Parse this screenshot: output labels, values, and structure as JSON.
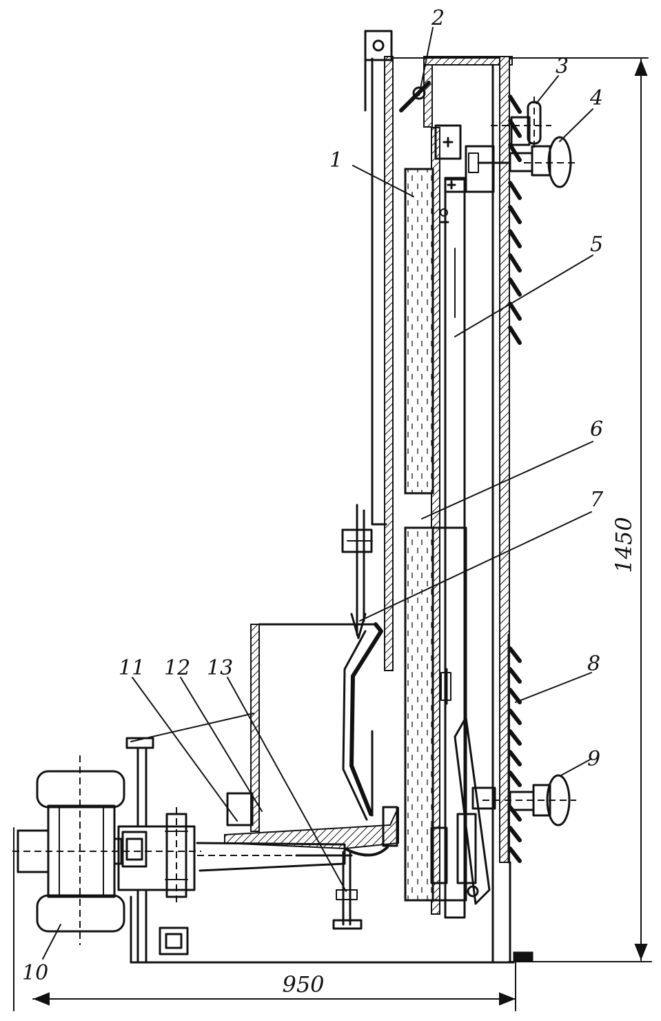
{
  "diagram": {
    "labels": [
      "1",
      "2",
      "3",
      "4",
      "5",
      "6",
      "7",
      "8",
      "9",
      "10",
      "11",
      "12",
      "13"
    ],
    "dimensions": {
      "height": "1450",
      "width": "950"
    }
  }
}
